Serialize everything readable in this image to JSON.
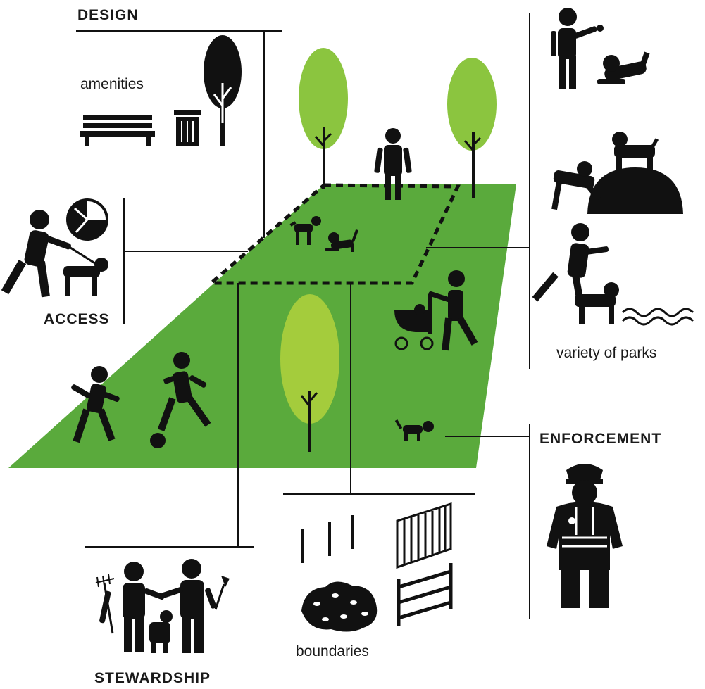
{
  "labels": {
    "design": "DESIGN",
    "amenities": "amenities",
    "access": "ACCESS",
    "variety": "variety of parks",
    "enforcement": "ENFORCEMENT",
    "stewardship": "STEWARDSHIP",
    "boundaries": "boundaries"
  },
  "colors": {
    "park_green": "#5aaa3c",
    "tree_light": "#8bc53f",
    "tree_pale": "#a4cc3c",
    "ink": "#111111"
  },
  "icons": [
    "bench-icon",
    "trash-can-icon",
    "black-tree-icon",
    "clock-icon",
    "dog-walker-icon",
    "person-throwing-ball-icon",
    "dog-on-mound-icon",
    "person-dog-stream-icon",
    "police-officer-icon",
    "volunteers-icon",
    "fence-icon",
    "hedge-icon",
    "stroller-icon",
    "soccer-players-icon"
  ]
}
